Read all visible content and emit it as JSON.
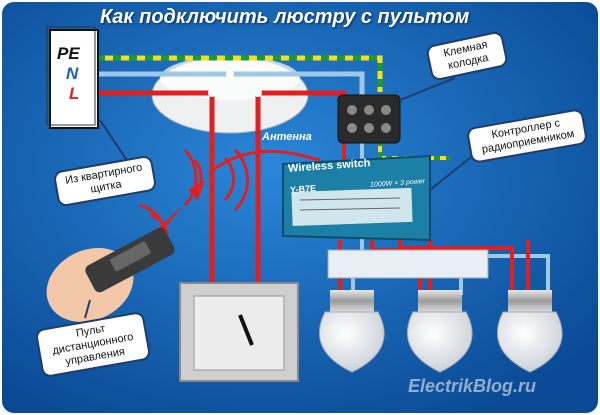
{
  "title": "Как подключить люстру с пультом",
  "panel": {
    "pe": "PE",
    "n": "N",
    "l": "L"
  },
  "labels": {
    "terminal_block": "Клемная\nколодка",
    "controller": "Контроллер с\nрадиоприемником",
    "panel": "Из квартирного\nщитка",
    "remote": "Пульт\nдистанционного\nуправления",
    "antenna": "Антенна"
  },
  "device": {
    "title": "Wireless switch",
    "model": "Y-B7E",
    "power": "1000W × 3 power"
  },
  "watermark": "ElectrikBlog.ru",
  "colors": {
    "background": "#0f61b8",
    "live_wire": "#e02020",
    "neutral_wire": "#9ec8e6",
    "ground_wire": "#f0e020",
    "ground_stripe": "#1f9a30",
    "callout_border": "#1f3c6b"
  }
}
